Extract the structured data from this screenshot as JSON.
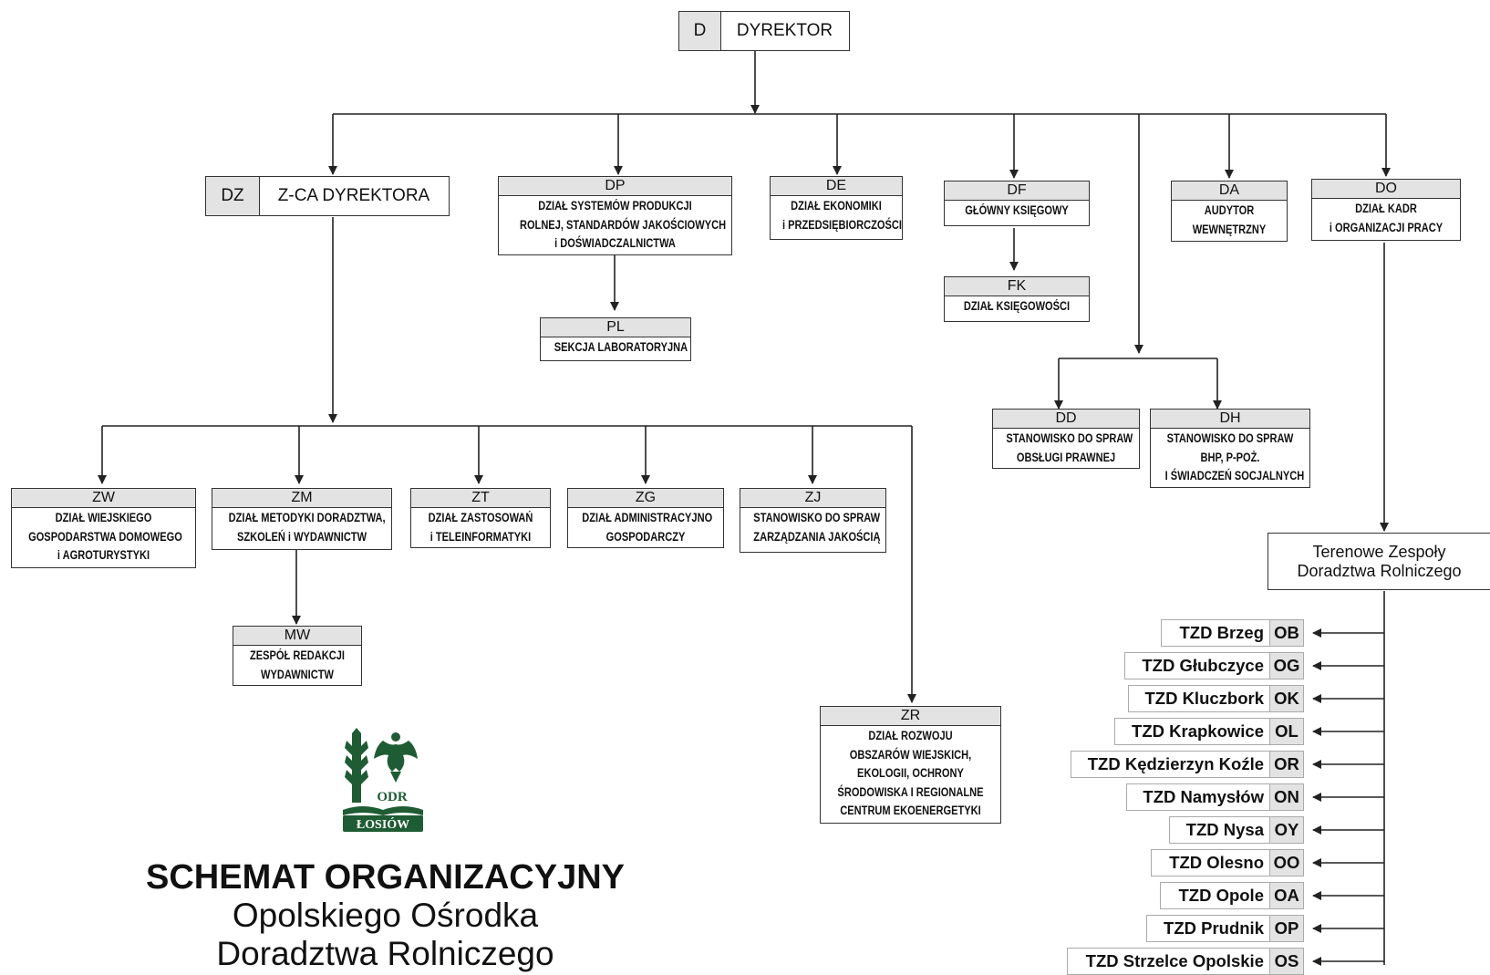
{
  "director": {
    "code": "D",
    "name": "DYREKTOR"
  },
  "deputy": {
    "code": "DZ",
    "name": "Z-CA DYREKTORA"
  },
  "departments": {
    "DP": {
      "code": "DP",
      "lines": [
        "DZIAŁ SYSTEMÓW PRODUKCJI",
        "ROLNEJ, STANDARDÓW JAKOŚCIOWYCH",
        "i DOŚWIADCZALNICTWA"
      ]
    },
    "PL": {
      "code": "PL",
      "lines": [
        "SEKCJA LABORATORYJNA"
      ]
    },
    "DE": {
      "code": "DE",
      "lines": [
        "DZIAŁ EKONOMIKI",
        "i PRZEDSIĘBIORCZOŚCI"
      ]
    },
    "DF": {
      "code": "DF",
      "lines": [
        "GŁÓWNY KSIĘGOWY"
      ]
    },
    "FK": {
      "code": "FK",
      "lines": [
        "DZIAŁ KSIĘGOWOŚCI"
      ]
    },
    "DA": {
      "code": "DA",
      "lines": [
        "AUDYTOR",
        "WEWNĘTRZNY"
      ]
    },
    "DO": {
      "code": "DO",
      "lines": [
        "DZIAŁ KADR",
        "i ORGANIZACJI PRACY"
      ]
    },
    "DD": {
      "code": "DD",
      "lines": [
        "STANOWISKO DO SPRAW",
        "OBSŁUGI PRAWNEJ"
      ]
    },
    "DH": {
      "code": "DH",
      "lines": [
        "STANOWISKO DO SPRAW",
        "BHP, P-POŻ.",
        "I ŚWIADCZEŃ SOCJALNYCH"
      ]
    },
    "ZW": {
      "code": "ZW",
      "lines": [
        "DZIAŁ WIEJSKIEGO",
        "GOSPODARSTWA DOMOWEGO",
        "i AGROTURYSTYKI"
      ]
    },
    "ZM": {
      "code": "ZM",
      "lines": [
        "DZIAŁ METODYKI DORADZTWA,",
        "SZKOLEŃ i WYDAWNICTW"
      ]
    },
    "ZT": {
      "code": "ZT",
      "lines": [
        "DZIAŁ ZASTOSOWAŃ",
        "i TELEINFORMATYKI"
      ]
    },
    "ZG": {
      "code": "ZG",
      "lines": [
        "DZIAŁ ADMINISTRACYJNO",
        "GOSPODARCZY"
      ]
    },
    "ZJ": {
      "code": "ZJ",
      "lines": [
        "STANOWISKO DO SPRAW",
        "ZARZĄDZANIA JAKOŚCIĄ"
      ]
    },
    "MW": {
      "code": "MW",
      "lines": [
        "ZESPÓŁ REDAKCJI",
        "WYDAWNICTW"
      ]
    },
    "ZR": {
      "code": "ZR",
      "lines": [
        "DZIAŁ ROZWOJU",
        "OBSZARÓW WIEJSKICH,",
        "EKOLOGII, OCHRONY",
        "ŚRODOWISKA I REGIONALNE",
        "CENTRUM EKOENERGETYKI"
      ]
    }
  },
  "terenowe": {
    "lines": [
      "Terenowe Zespoły",
      "Doradztwa Rolniczego"
    ]
  },
  "tzd": [
    {
      "name": "TZD Brzeg",
      "code": "OB"
    },
    {
      "name": "TZD Głubczyce",
      "code": "OG"
    },
    {
      "name": "TZD Kluczbork",
      "code": "OK"
    },
    {
      "name": "TZD Krapkowice",
      "code": "OL"
    },
    {
      "name": "TZD Kędzierzyn Koźle",
      "code": "OR"
    },
    {
      "name": "TZD Namysłów",
      "code": "ON"
    },
    {
      "name": "TZD Nysa",
      "code": "OY"
    },
    {
      "name": "TZD Olesno",
      "code": "OO"
    },
    {
      "name": "TZD Opole",
      "code": "OA"
    },
    {
      "name": "TZD Prudnik",
      "code": "OP"
    },
    {
      "name": "TZD Strzelce Opolskie",
      "code": "OS"
    }
  ],
  "logo": {
    "text": "ODR",
    "subtext": "ŁOSIÓW",
    "icon": "odr-losiow-logo-icon"
  },
  "title": {
    "main": "SCHEMAT ORGANIZACYJNY",
    "line1": "Opolskiego Ośrodka",
    "line2": "Doradztwa Rolniczego"
  },
  "colors": {
    "box_header": "#e3e3e3",
    "line": "#333333",
    "logo_green": "#1e5c33"
  }
}
